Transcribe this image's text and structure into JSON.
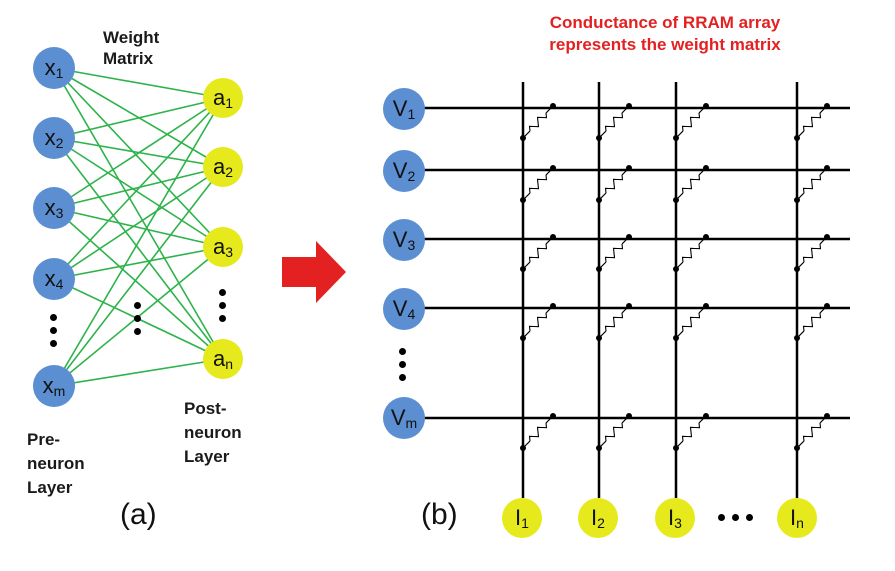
{
  "panel_a": {
    "weight_label_1": "Weight",
    "weight_label_2": "Matrix",
    "pre_label": [
      "Pre-",
      "neuron",
      "Layer"
    ],
    "post_label": [
      "Post-",
      "neuron",
      "Layer"
    ],
    "input_nodes": [
      {
        "base": "x",
        "sub": "1"
      },
      {
        "base": "x",
        "sub": "2"
      },
      {
        "base": "x",
        "sub": "3"
      },
      {
        "base": "x",
        "sub": "4"
      },
      {
        "base": "x",
        "sub": "m"
      }
    ],
    "output_nodes": [
      {
        "base": "a",
        "sub": "1"
      },
      {
        "base": "a",
        "sub": "2"
      },
      {
        "base": "a",
        "sub": "3"
      },
      {
        "base": "a",
        "sub": "n"
      }
    ],
    "caption": "(a)"
  },
  "panel_b": {
    "title_line1": "Conductance of RRAM array",
    "title_line2": "represents the weight matrix",
    "voltage_nodes": [
      {
        "base": "V",
        "sub": "1"
      },
      {
        "base": "V",
        "sub": "2"
      },
      {
        "base": "V",
        "sub": "3"
      },
      {
        "base": "V",
        "sub": "4"
      },
      {
        "base": "V",
        "sub": "m"
      }
    ],
    "current_nodes": [
      {
        "base": "I",
        "sub": "1"
      },
      {
        "base": "I",
        "sub": "2"
      },
      {
        "base": "I",
        "sub": "3"
      },
      {
        "base": "I",
        "sub": "n"
      }
    ],
    "caption": "(b)"
  },
  "colors": {
    "input_node": "#5b8fd1",
    "output_node": "#e6ea1d",
    "connection": "#2db34a",
    "arrow": "#e32121",
    "title": "#e32121",
    "wire": "#000000"
  }
}
